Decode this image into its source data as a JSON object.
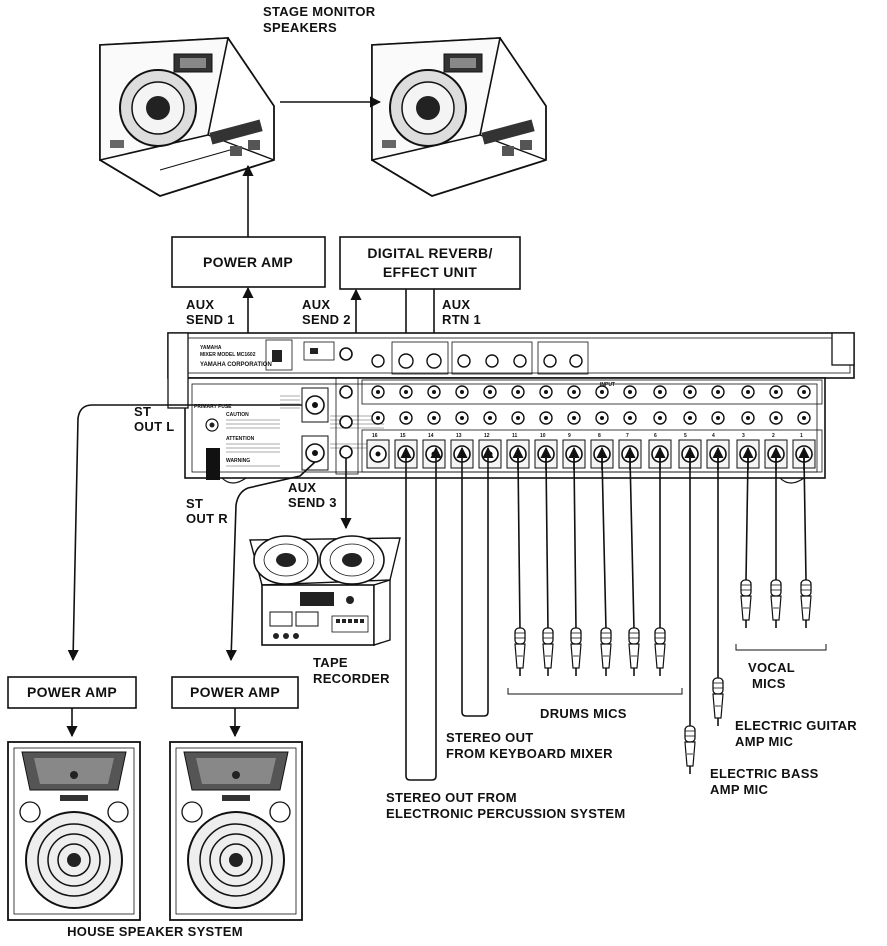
{
  "labels": {
    "stage_monitor_line1": "STAGE MONITOR",
    "stage_monitor_line2": "SPEAKERS",
    "power_amp_monitor": "POWER AMP",
    "reverb_line1": "DIGITAL REVERB/",
    "reverb_line2": "EFFECT UNIT",
    "aux_send1_line1": "AUX",
    "aux_send1_line2": "SEND 1",
    "aux_send2_line1": "AUX",
    "aux_send2_line2": "SEND 2",
    "aux_rtn1_line1": "AUX",
    "aux_rtn1_line2": "RTN 1",
    "st_out_l_line1": "ST",
    "st_out_l_line2": "OUT L",
    "st_out_r_line1": "ST",
    "st_out_r_line2": "OUT R",
    "aux_send3_line1": "AUX",
    "aux_send3_line2": "SEND 3",
    "tape_line1": "TAPE",
    "tape_line2": "RECORDER",
    "power_amp_left": "POWER AMP",
    "power_amp_right": "POWER AMP",
    "house_speakers": "HOUSE SPEAKER SYSTEM",
    "drums_mics": "DRUMS MICS",
    "vocal_line1": "VOCAL",
    "vocal_line2": "MICS",
    "guitar_line1": "ELECTRIC GUITAR",
    "guitar_line2": "AMP MIC",
    "bass_line1": "ELECTRIC BASS",
    "bass_line2": "AMP MIC",
    "keyboard_line1": "STEREO OUT",
    "keyboard_line2": "FROM KEYBOARD MIXER",
    "percussion_line1": "STEREO OUT FROM",
    "percussion_line2": "ELECTRONIC PERCUSSION SYSTEM"
  },
  "mixer": {
    "brand": "YAMAHA",
    "model_line": "MIXER MODEL MC1602",
    "corporation": "YAMAHA CORPORATION",
    "caution": "CAUTION",
    "attention": "ATTENTION",
    "warning": "WARNING",
    "primary_fuse": "PRIMARY FUSE",
    "input_label": "INPUT",
    "input_channels": [
      "16",
      "15",
      "14",
      "13",
      "12",
      "11",
      "10",
      "9",
      "8",
      "7",
      "6",
      "5",
      "4",
      "3",
      "2",
      "1"
    ]
  }
}
